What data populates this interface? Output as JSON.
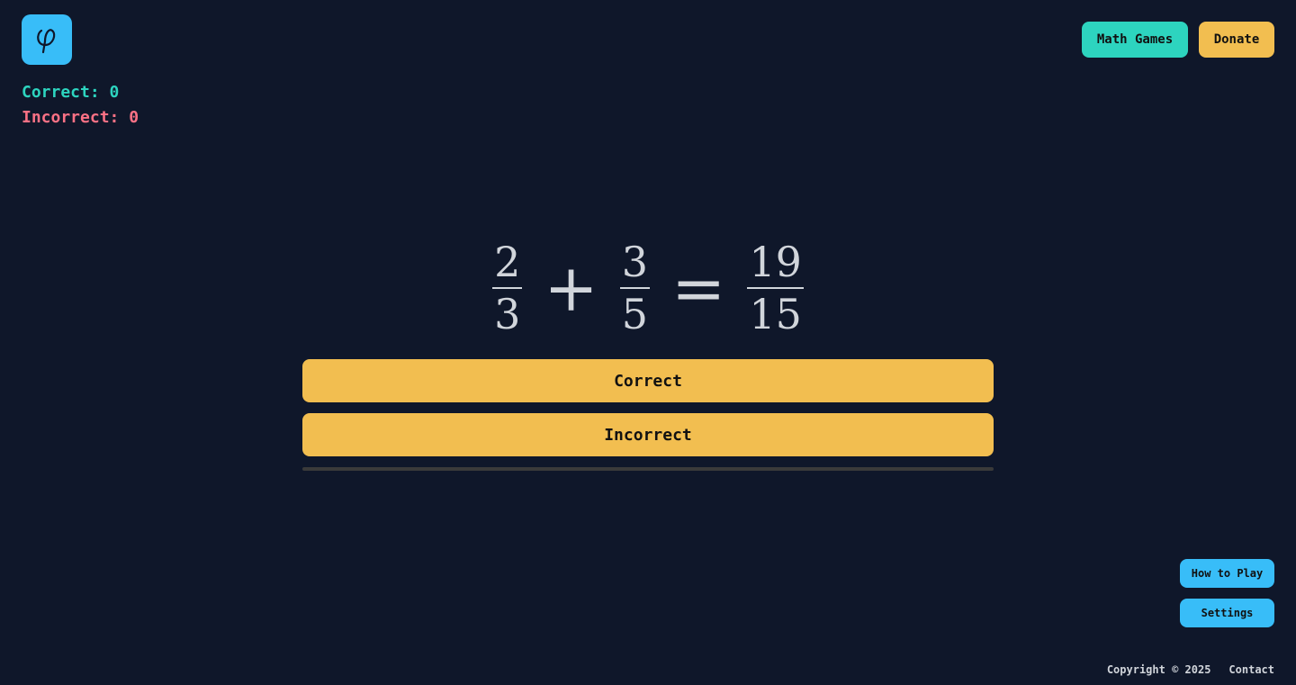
{
  "colors": {
    "background": "#0f172a",
    "logo": "#38bdf8",
    "correct": "#2dd4bf",
    "incorrect": "#fb7185",
    "primary_button": "#f2be50",
    "math_games": "#2dd4bf",
    "side_button": "#38bdf8",
    "timer_track": "#3a3a3a"
  },
  "logo": {
    "glyph": "φ",
    "icon": "phi-icon"
  },
  "score": {
    "correct_label": "Correct: 0",
    "incorrect_label": "Incorrect: 0"
  },
  "nav": {
    "math_games": "Math Games",
    "donate": "Donate"
  },
  "equation": {
    "left": {
      "numerator": "2",
      "denominator": "3"
    },
    "operator": "+",
    "right": {
      "numerator": "3",
      "denominator": "5"
    },
    "equals": "=",
    "result": {
      "numerator": "19",
      "denominator": "15"
    }
  },
  "answers": {
    "correct": "Correct",
    "incorrect": "Incorrect"
  },
  "timer": {
    "progress": 0
  },
  "side": {
    "how_to_play": "How to Play",
    "settings": "Settings"
  },
  "footer": {
    "copyright": "Copyright © 2025",
    "contact": "Contact"
  }
}
